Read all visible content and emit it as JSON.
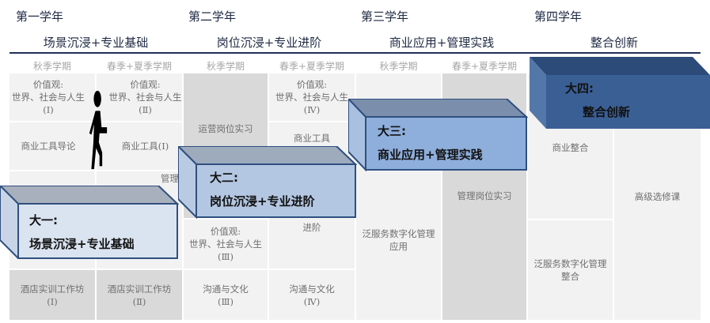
{
  "years": [
    {
      "label": "第一学年",
      "subtitle": "场景沉浸+专业基础",
      "semesters": [
        "秋季学期",
        "春季+夏季学期"
      ]
    },
    {
      "label": "第二学年",
      "subtitle": "岗位沉浸+专业进阶",
      "semesters": [
        "秋季学期",
        "春季+夏季学期"
      ]
    },
    {
      "label": "第三学年",
      "subtitle": "商业应用+管理实践",
      "semesters": [
        "秋季学期",
        "春季+夏季学期"
      ]
    },
    {
      "label": "第四学年",
      "subtitle": "整合创新"
    }
  ],
  "cells": {
    "y1_values_1": [
      "价值观:",
      "世界、社会与人生",
      "(Ⅰ)"
    ],
    "y1_values_2": [
      "价值观:",
      "世界、社会与人生",
      "(Ⅱ)"
    ],
    "y1_tools_1": "商业工具导论",
    "y1_tools_2": "商业工具(Ⅰ)",
    "y1_row3": "管理",
    "y1_hotel_1": [
      "酒店实训工作坊",
      "(Ⅰ)"
    ],
    "y1_hotel_2": [
      "酒店实训工作坊",
      "(Ⅱ)"
    ],
    "y2_intern": "运营岗位实习",
    "y2_values_3": [
      "价值观:",
      "世界、社会与人生",
      "(Ⅲ)"
    ],
    "y2_values_4": [
      "价值观:",
      "世界、社会与人生",
      "(Ⅳ)"
    ],
    "y2_tools_adv": [
      "商业工具",
      "进阶"
    ],
    "y2_comm_3": [
      "沟通与文化",
      "(Ⅲ)"
    ],
    "y2_comm_4": [
      "沟通与文化",
      "(Ⅳ)"
    ],
    "y3_digital": [
      "泛服务数字化管理",
      "应用"
    ],
    "y3_intern": "管理岗位实习",
    "y4_integration": "商业整合",
    "y4_digital": [
      "泛服务数字化管理",
      "整合"
    ],
    "y4_elective": "高级选修课"
  },
  "boxes": [
    {
      "title": "大一:",
      "subtitle": "场景沉浸+专业基础"
    },
    {
      "title": "大二:",
      "subtitle": "岗位沉浸+专业进阶"
    },
    {
      "title": "大三:",
      "subtitle": "商业应用+管理实践"
    },
    {
      "title": "大四:",
      "subtitle": "整合创新"
    }
  ],
  "colors": {
    "rule": "#1f3158",
    "cell": "#f2f2f2",
    "cell_dark": "#d9d9d9",
    "box1": "#dae3f0",
    "box2": "#b4c7e2",
    "box3": "#8eaedb",
    "box4": "#3a5f95"
  }
}
